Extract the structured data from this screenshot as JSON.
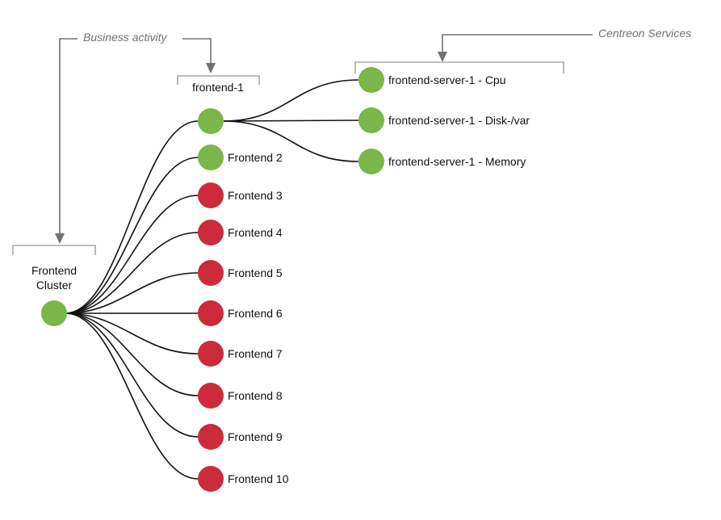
{
  "colors": {
    "ok": "#7ab648",
    "critical": "#cc2b3b",
    "edge": "#111111",
    "annotation": "#707070"
  },
  "annotations": {
    "business_activity": "Business activity",
    "centreon_services": "Centreon Services"
  },
  "root": {
    "label_line1": "Frontend",
    "label_line2": "Cluster",
    "status": "ok"
  },
  "group_label": "frontend-1",
  "children": [
    {
      "label": "",
      "status": "ok"
    },
    {
      "label": "Frontend 2",
      "status": "ok"
    },
    {
      "label": "Frontend 3",
      "status": "critical"
    },
    {
      "label": "Frontend 4",
      "status": "critical"
    },
    {
      "label": "Frontend 5",
      "status": "critical"
    },
    {
      "label": "Frontend 6",
      "status": "critical"
    },
    {
      "label": "Frontend 7",
      "status": "critical"
    },
    {
      "label": "Frontend 8",
      "status": "critical"
    },
    {
      "label": "Frontend 9",
      "status": "critical"
    },
    {
      "label": "Frontend 10",
      "status": "critical"
    }
  ],
  "services": [
    {
      "label": "frontend-server-1 - Cpu",
      "status": "ok"
    },
    {
      "label": "frontend-server-1 - Disk-/var",
      "status": "ok"
    },
    {
      "label": "frontend-server-1 - Memory",
      "status": "ok"
    }
  ]
}
